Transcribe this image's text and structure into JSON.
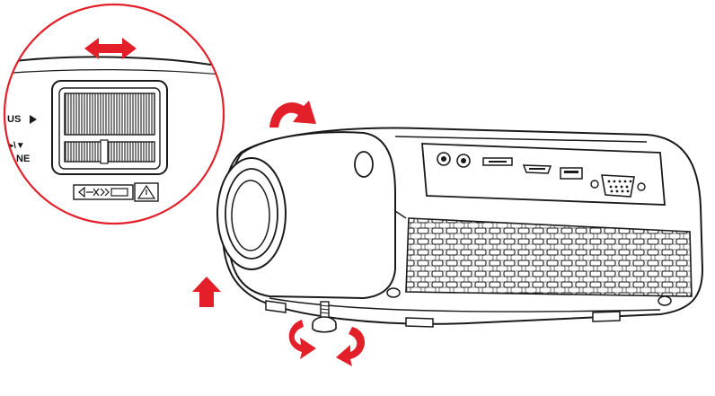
{
  "inset": {
    "focus_label": "US",
    "keystone_label_top": "▸\\▼",
    "keystone_label_bottom": "NE"
  },
  "colors": {
    "arrow": "#e3202a",
    "outline": "#1a1a1a",
    "inset_ring": "#e3202a",
    "background": "#ffffff"
  },
  "icons": {
    "slide_arrow": "double-horizontal-arrow",
    "rotate_arrow": "curved-rotate-arrow",
    "lift_arrow": "up-arrow",
    "caution": "warning-triangle-icon",
    "adjust_symbol": "focus-adjust-icon"
  }
}
